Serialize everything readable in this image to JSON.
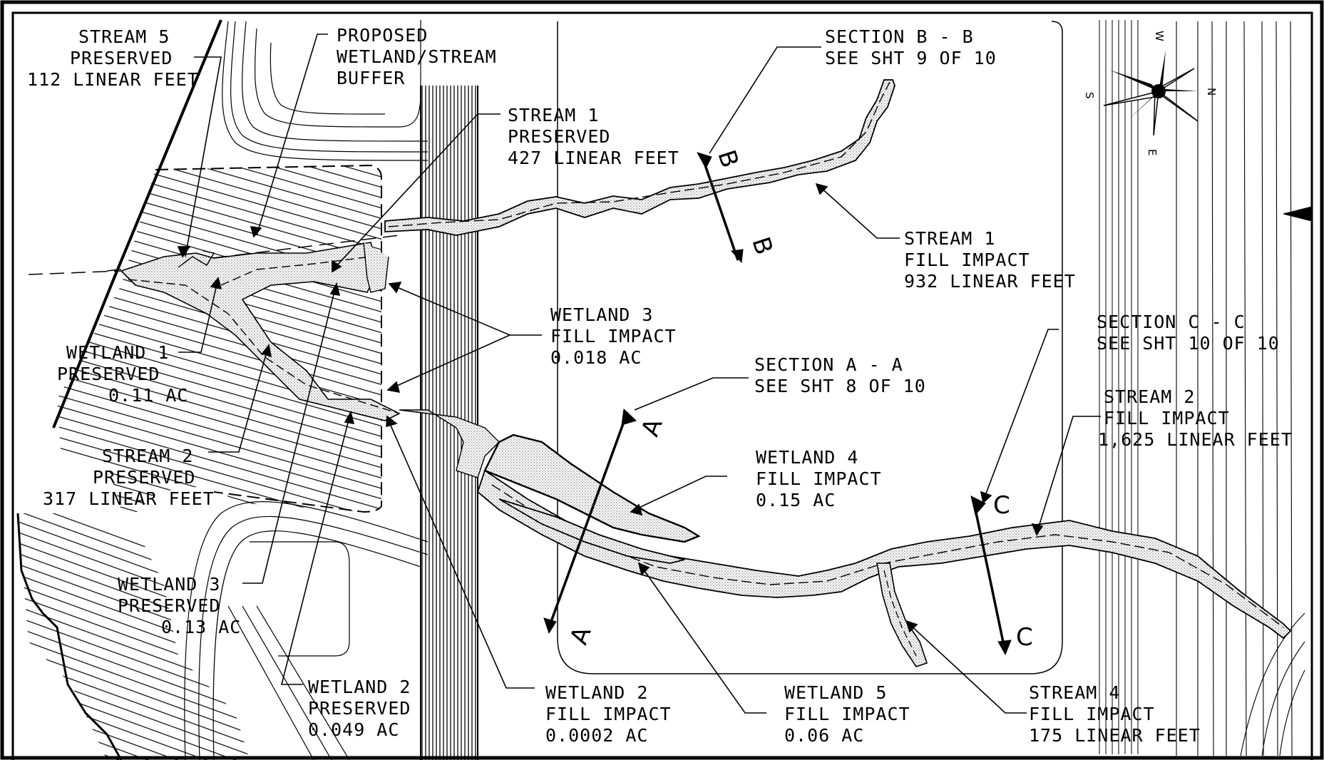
{
  "labels": {
    "stream5": [
      "STREAM  5",
      "PRESERVED",
      "112 LINEAR FEET"
    ],
    "buffer": [
      "PROPOSED",
      "WETLAND/STREAM",
      "BUFFER"
    ],
    "stream1_preserved": [
      "STREAM  1",
      "PRESERVED",
      "427 LINEAR FEET"
    ],
    "section_b": [
      "SECTION B - B",
      "SEE SHT 9 OF 10"
    ],
    "stream1_fill": [
      "STREAM  1",
      "FILL IMPACT",
      "932 LINEAR FEET"
    ],
    "wetland3_fill": [
      "WETLAND 3",
      "FILL IMPACT",
      "0.018 AC"
    ],
    "wetland1_preserved": [
      "WETLAND 1",
      "PRESERVED",
      "0.11 AC"
    ],
    "section_a": [
      "SECTION A - A",
      "SEE SHT 8 OF 10"
    ],
    "section_c": [
      "SECTION C - C",
      "SEE SHT 10 OF 10"
    ],
    "stream2_fill": [
      "STREAM  2",
      "FILL IMPACT",
      "1,625 LINEAR FEET"
    ],
    "wetland4_fill": [
      "WETLAND  4",
      "FILL IMPACT",
      "0.15 AC"
    ],
    "stream2_preserved": [
      "STREAM  2",
      "PRESERVED",
      "317 LINEAR FEET"
    ],
    "wetland3_preserved": [
      "WETLAND 3",
      "PRESERVED",
      "0.13 AC"
    ],
    "wetland2_preserved": [
      "WETLAND  2",
      "PRESERVED",
      "0.049 AC"
    ],
    "wetland2_fill": [
      "WETLAND 2",
      "FILL IMPACT",
      "0.0002 AC"
    ],
    "wetland5_fill": [
      "WETLAND 5",
      "FILL IMPACT",
      "0.06 AC"
    ],
    "stream4_fill": [
      "STREAM  4",
      "FILL IMPACT",
      "175 LINEAR FEET"
    ]
  },
  "section_markers": {
    "a": "A",
    "b": "B",
    "c": "C"
  },
  "compass": {
    "n": "N",
    "s": "S",
    "e": "E",
    "w": "W"
  },
  "colors": {
    "ink": "#000000",
    "stipple": "#d9d9d9",
    "paper": "#ffffff"
  }
}
